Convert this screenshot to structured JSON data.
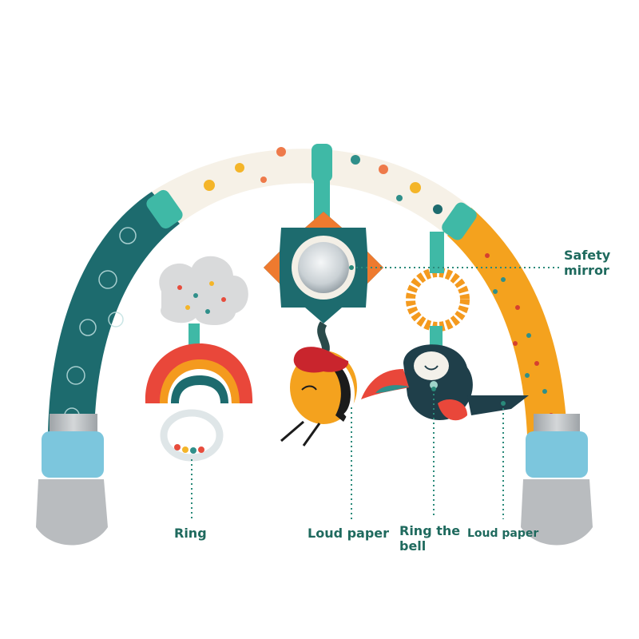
{
  "labels": {
    "safety_mirror": "Safety mirror",
    "ring": "Ring",
    "loud_paper_1": "Loud paper",
    "ring_the_bell": "Ring the bell",
    "loud_paper_2": "Loud paper"
  },
  "colors": {
    "label_text": "#1f6a5e",
    "leader_line": "#2a8a7a",
    "teal_arm": "#1d6b6e",
    "orange_arm": "#f4a21e",
    "cream_bar": "#f6f1e7",
    "clip_gray": "#b9bcbf",
    "clip_blue": "#7cc6dd"
  }
}
